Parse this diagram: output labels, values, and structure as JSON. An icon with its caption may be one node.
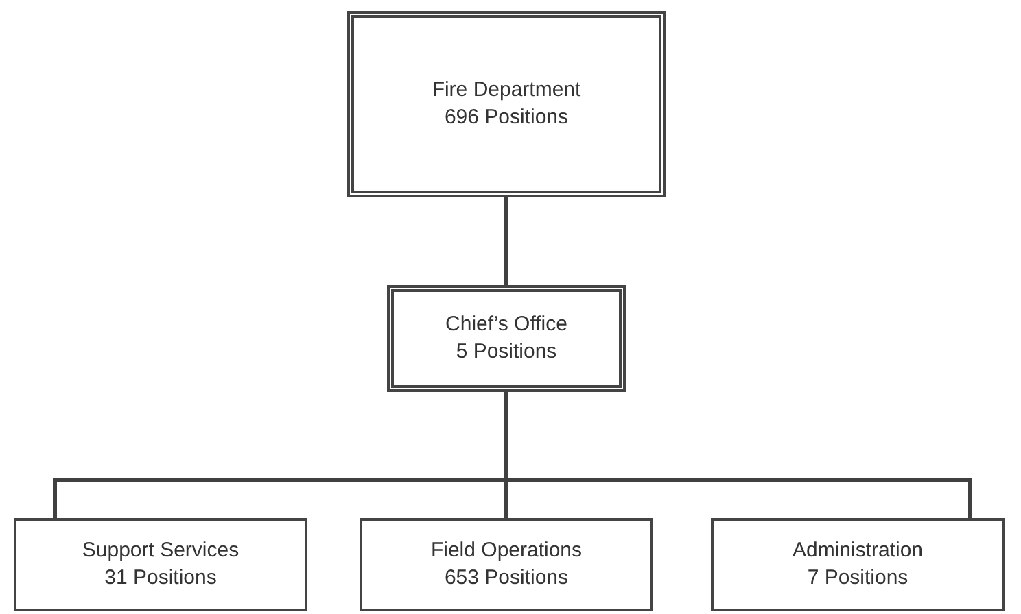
{
  "diagram": {
    "nodes": [
      {
        "text": [
          "Fire Department",
          "696 Positions"
        ]
      },
      {
        "text": [
          "Chief’s Office",
          "5 Positions"
        ]
      },
      {
        "text": [
          "Support Services",
          "31 Positions"
        ]
      },
      {
        "text": [
          "Field Operations",
          "653 Positions"
        ]
      },
      {
        "text": [
          "Administration",
          "7 Positions"
        ]
      }
    ],
    "edges": [
      {
        "from": 0,
        "to": 1,
        "arrow": "none"
      },
      {
        "from": 1,
        "to": 2,
        "arrow": "none"
      },
      {
        "from": 1,
        "to": 3,
        "arrow": "none"
      },
      {
        "from": 1,
        "to": 4,
        "arrow": "none"
      }
    ]
  }
}
